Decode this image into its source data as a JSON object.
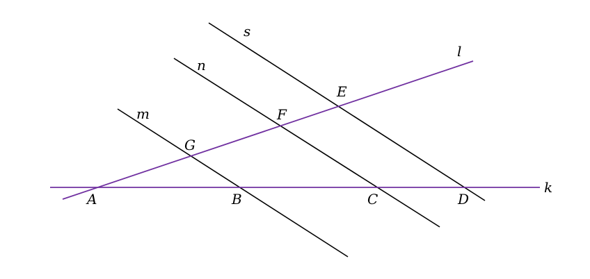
{
  "colors": {
    "transversal": "#7030a0",
    "parallel": "#000000",
    "label": "#000000",
    "background": "#ffffff"
  },
  "lines": {
    "k": "k",
    "l": "l",
    "m": "m",
    "n": "n",
    "s": "s"
  },
  "points": {
    "A": "A",
    "B": "B",
    "C": "C",
    "D": "D",
    "E": "E",
    "F": "F",
    "G": "G"
  }
}
